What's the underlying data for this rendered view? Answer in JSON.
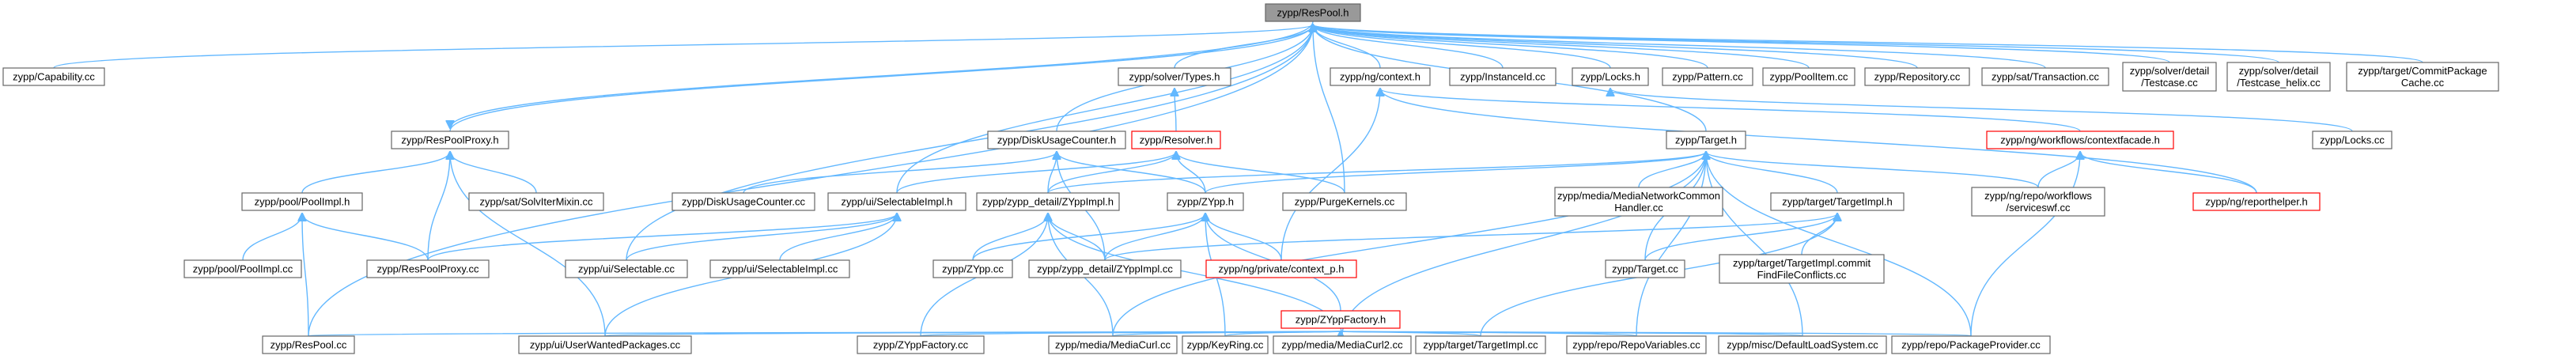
{
  "graph": {
    "edge_color": "#63b8ff",
    "node_border_color": "#666666",
    "highlight_border_color": "#ff0000",
    "root_fill_color": "#999999",
    "nodes": [
      {
        "id": "respool_h",
        "lines": [
          "zypp/ResPool.h"
        ],
        "style": "root"
      },
      {
        "id": "capability_cc",
        "lines": [
          "zypp/Capability.cc"
        ]
      },
      {
        "id": "respoolproxy_h",
        "lines": [
          "zypp/ResPoolProxy.h"
        ]
      },
      {
        "id": "solver_types_h",
        "lines": [
          "zypp/solver/Types.h"
        ]
      },
      {
        "id": "diskusagecounter_h",
        "lines": [
          "zypp/DiskUsageCounter.h"
        ]
      },
      {
        "id": "ng_context_h",
        "lines": [
          "zypp/ng/context.h"
        ]
      },
      {
        "id": "instanceid_cc",
        "lines": [
          "zypp/InstanceId.cc"
        ]
      },
      {
        "id": "locks_h",
        "lines": [
          "zypp/Locks.h"
        ]
      },
      {
        "id": "pattern_cc",
        "lines": [
          "zypp/Pattern.cc"
        ]
      },
      {
        "id": "poolitem_cc",
        "lines": [
          "zypp/PoolItem.cc"
        ]
      },
      {
        "id": "repository_cc",
        "lines": [
          "zypp/Repository.cc"
        ]
      },
      {
        "id": "sattransaction_cc",
        "lines": [
          "zypp/sat/Transaction.cc"
        ]
      },
      {
        "id": "testcase_cc",
        "lines": [
          "zypp/solver/detail",
          "/Testcase.cc"
        ]
      },
      {
        "id": "testcase_helix_cc",
        "lines": [
          "zypp/solver/detail",
          "/Testcase_helix.cc"
        ]
      },
      {
        "id": "commitpackagecache_cc",
        "lines": [
          "zypp/target/CommitPackage",
          "Cache.cc"
        ]
      },
      {
        "id": "resolver_h",
        "lines": [
          "zypp/Resolver.h"
        ],
        "style": "red"
      },
      {
        "id": "target_h",
        "lines": [
          "zypp/Target.h"
        ]
      },
      {
        "id": "contextfacade_h",
        "lines": [
          "zypp/ng/workflows/contextfacade.h"
        ],
        "style": "red"
      },
      {
        "id": "locks_cc",
        "lines": [
          "zypp/Locks.cc"
        ]
      },
      {
        "id": "poolimpl_h",
        "lines": [
          "zypp/pool/PoolImpl.h"
        ]
      },
      {
        "id": "solvitemixin_cc",
        "lines": [
          "zypp/sat/SolvIterMixin.cc"
        ]
      },
      {
        "id": "diskusagecounter_cc",
        "lines": [
          "zypp/DiskUsageCounter.cc"
        ]
      },
      {
        "id": "selectableimpl_h",
        "lines": [
          "zypp/ui/SelectableImpl.h"
        ]
      },
      {
        "id": "zyppimpl_h",
        "lines": [
          "zypp/zypp_detail/ZYppImpl.h"
        ]
      },
      {
        "id": "zypp_h",
        "lines": [
          "zypp/ZYpp.h"
        ]
      },
      {
        "id": "purgekernels_cc",
        "lines": [
          "zypp/PurgeKernels.cc"
        ]
      },
      {
        "id": "medianetworkcommonhandler_cc",
        "lines": [
          "zypp/media/MediaNetworkCommon",
          "Handler.cc"
        ]
      },
      {
        "id": "targetimpl_h",
        "lines": [
          "zypp/target/TargetImpl.h"
        ]
      },
      {
        "id": "serviceswf_cc",
        "lines": [
          "zypp/ng/repo/workflows",
          "/serviceswf.cc"
        ]
      },
      {
        "id": "reporthelper_h",
        "lines": [
          "zypp/ng/reporthelper.h"
        ],
        "style": "red"
      },
      {
        "id": "poolimpl_cc",
        "lines": [
          "zypp/pool/PoolImpl.cc"
        ]
      },
      {
        "id": "respoolproxy_cc",
        "lines": [
          "zypp/ResPoolProxy.cc"
        ]
      },
      {
        "id": "selectable_cc",
        "lines": [
          "zypp/ui/Selectable.cc"
        ]
      },
      {
        "id": "selectableimpl_cc",
        "lines": [
          "zypp/ui/SelectableImpl.cc"
        ]
      },
      {
        "id": "zypp_cc",
        "lines": [
          "zypp/ZYpp.cc"
        ]
      },
      {
        "id": "zyppimpl_cc",
        "lines": [
          "zypp/zypp_detail/ZYppImpl.cc"
        ]
      },
      {
        "id": "context_p_h",
        "lines": [
          "zypp/ng/private/context_p.h"
        ],
        "style": "red"
      },
      {
        "id": "target_cc",
        "lines": [
          "zypp/Target.cc"
        ]
      },
      {
        "id": "findfileconflicts_cc",
        "lines": [
          "zypp/target/TargetImpl.commit",
          "FindFileConflicts.cc"
        ]
      },
      {
        "id": "zyppfactory_h",
        "lines": [
          "zypp/ZYppFactory.h"
        ],
        "style": "red"
      },
      {
        "id": "respool_cc",
        "lines": [
          "zypp/ResPool.cc"
        ]
      },
      {
        "id": "userwantedpackages_cc",
        "lines": [
          "zypp/ui/UserWantedPackages.cc"
        ]
      },
      {
        "id": "zyppfactory_cc",
        "lines": [
          "zypp/ZYppFactory.cc"
        ]
      },
      {
        "id": "mediacurl_cc",
        "lines": [
          "zypp/media/MediaCurl.cc"
        ]
      },
      {
        "id": "keyring_cc",
        "lines": [
          "zypp/KeyRing.cc"
        ]
      },
      {
        "id": "mediacurl2_cc",
        "lines": [
          "zypp/media/MediaCurl2.cc"
        ]
      },
      {
        "id": "targetimpl_cc",
        "lines": [
          "zypp/target/TargetImpl.cc"
        ]
      },
      {
        "id": "repovariables_cc",
        "lines": [
          "zypp/repo/RepoVariables.cc"
        ]
      },
      {
        "id": "defaultloadsystem_cc",
        "lines": [
          "zypp/misc/DefaultLoadSystem.cc"
        ]
      },
      {
        "id": "packageprovider_cc",
        "lines": [
          "zypp/repo/PackageProvider.cc"
        ]
      }
    ],
    "edges": [
      [
        "capability_cc",
        "respool_h"
      ],
      [
        "respoolproxy_h",
        "respool_h"
      ],
      [
        "solver_types_h",
        "respool_h"
      ],
      [
        "diskusagecounter_h",
        "respool_h"
      ],
      [
        "ng_context_h",
        "respool_h"
      ],
      [
        "instanceid_cc",
        "respool_h"
      ],
      [
        "locks_h",
        "respool_h"
      ],
      [
        "pattern_cc",
        "respool_h"
      ],
      [
        "poolitem_cc",
        "respool_h"
      ],
      [
        "repository_cc",
        "respool_h"
      ],
      [
        "sattransaction_cc",
        "respool_h"
      ],
      [
        "testcase_cc",
        "respool_h"
      ],
      [
        "testcase_helix_cc",
        "respool_h"
      ],
      [
        "commitpackagecache_cc",
        "respool_h"
      ],
      [
        "respool_cc",
        "respool_h"
      ],
      [
        "selectable_cc",
        "respool_h"
      ],
      [
        "purgekernels_cc",
        "respool_h"
      ],
      [
        "target_h",
        "respool_h"
      ],
      [
        "selectableimpl_h",
        "respool_h"
      ],
      [
        "respool_h",
        "respoolproxy_h"
      ],
      [
        "poolimpl_h",
        "respoolproxy_h"
      ],
      [
        "solvitemixin_cc",
        "respoolproxy_h"
      ],
      [
        "respoolproxy_cc",
        "respoolproxy_h"
      ],
      [
        "userwantedpackages_cc",
        "respoolproxy_h"
      ],
      [
        "resolver_h",
        "solver_types_h"
      ],
      [
        "diskusagecounter_cc",
        "diskusagecounter_h"
      ],
      [
        "zyppimpl_h",
        "diskusagecounter_h"
      ],
      [
        "zypp_h",
        "diskusagecounter_h"
      ],
      [
        "zyppimpl_cc",
        "diskusagecounter_h"
      ],
      [
        "contextfacade_h",
        "ng_context_h"
      ],
      [
        "context_p_h",
        "ng_context_h"
      ],
      [
        "reporthelper_h",
        "ng_context_h"
      ],
      [
        "locks_cc",
        "locks_h"
      ],
      [
        "selectableimpl_h",
        "resolver_h"
      ],
      [
        "zyppimpl_h",
        "resolver_h"
      ],
      [
        "zypp_h",
        "resolver_h"
      ],
      [
        "purgekernels_cc",
        "resolver_h"
      ],
      [
        "zyppimpl_h",
        "target_h"
      ],
      [
        "zypp_h",
        "target_h"
      ],
      [
        "medianetworkcommonhandler_cc",
        "target_h"
      ],
      [
        "targetimpl_h",
        "target_h"
      ],
      [
        "serviceswf_cc",
        "target_h"
      ],
      [
        "target_cc",
        "target_h"
      ],
      [
        "mediacurl2_cc",
        "target_h"
      ],
      [
        "repovariables_cc",
        "target_h"
      ],
      [
        "defaultloadsystem_cc",
        "target_h"
      ],
      [
        "packageprovider_cc",
        "target_h"
      ],
      [
        "mediacurl_cc",
        "target_h"
      ],
      [
        "serviceswf_cc",
        "contextfacade_h"
      ],
      [
        "reporthelper_h",
        "contextfacade_h"
      ],
      [
        "packageprovider_cc",
        "contextfacade_h"
      ],
      [
        "poolimpl_cc",
        "poolimpl_h"
      ],
      [
        "respoolproxy_cc",
        "poolimpl_h"
      ],
      [
        "respool_cc",
        "poolimpl_h"
      ],
      [
        "respoolproxy_cc",
        "selectableimpl_h"
      ],
      [
        "selectable_cc",
        "selectableimpl_h"
      ],
      [
        "selectableimpl_cc",
        "selectableimpl_h"
      ],
      [
        "userwantedpackages_cc",
        "selectableimpl_h"
      ],
      [
        "zypp_cc",
        "zyppimpl_h"
      ],
      [
        "zyppimpl_cc",
        "zyppimpl_h"
      ],
      [
        "zyppfactory_cc",
        "zyppimpl_h"
      ],
      [
        "mediacurl_cc",
        "zyppimpl_h"
      ],
      [
        "mediacurl2_cc",
        "zyppimpl_h"
      ],
      [
        "zyppimpl_cc",
        "zypp_h"
      ],
      [
        "zypp_cc",
        "zypp_h"
      ],
      [
        "context_p_h",
        "zypp_h"
      ],
      [
        "zyppfactory_h",
        "zypp_h"
      ],
      [
        "keyring_cc",
        "zypp_h"
      ],
      [
        "target_cc",
        "targetimpl_h"
      ],
      [
        "findfileconflicts_cc",
        "targetimpl_h"
      ],
      [
        "targetimpl_cc",
        "targetimpl_h"
      ],
      [
        "zyppimpl_cc",
        "targetimpl_h"
      ],
      [
        "respool_cc",
        "zyppfactory_h"
      ],
      [
        "userwantedpackages_cc",
        "zyppfactory_h"
      ],
      [
        "zyppfactory_cc",
        "zyppfactory_h"
      ],
      [
        "mediacurl_cc",
        "zyppfactory_h"
      ],
      [
        "keyring_cc",
        "zyppfactory_h"
      ],
      [
        "mediacurl2_cc",
        "zyppfactory_h"
      ],
      [
        "targetimpl_cc",
        "zyppfactory_h"
      ],
      [
        "repovariables_cc",
        "zyppfactory_h"
      ],
      [
        "defaultloadsystem_cc",
        "zyppfactory_h"
      ],
      [
        "packageprovider_cc",
        "zyppfactory_h"
      ]
    ]
  }
}
